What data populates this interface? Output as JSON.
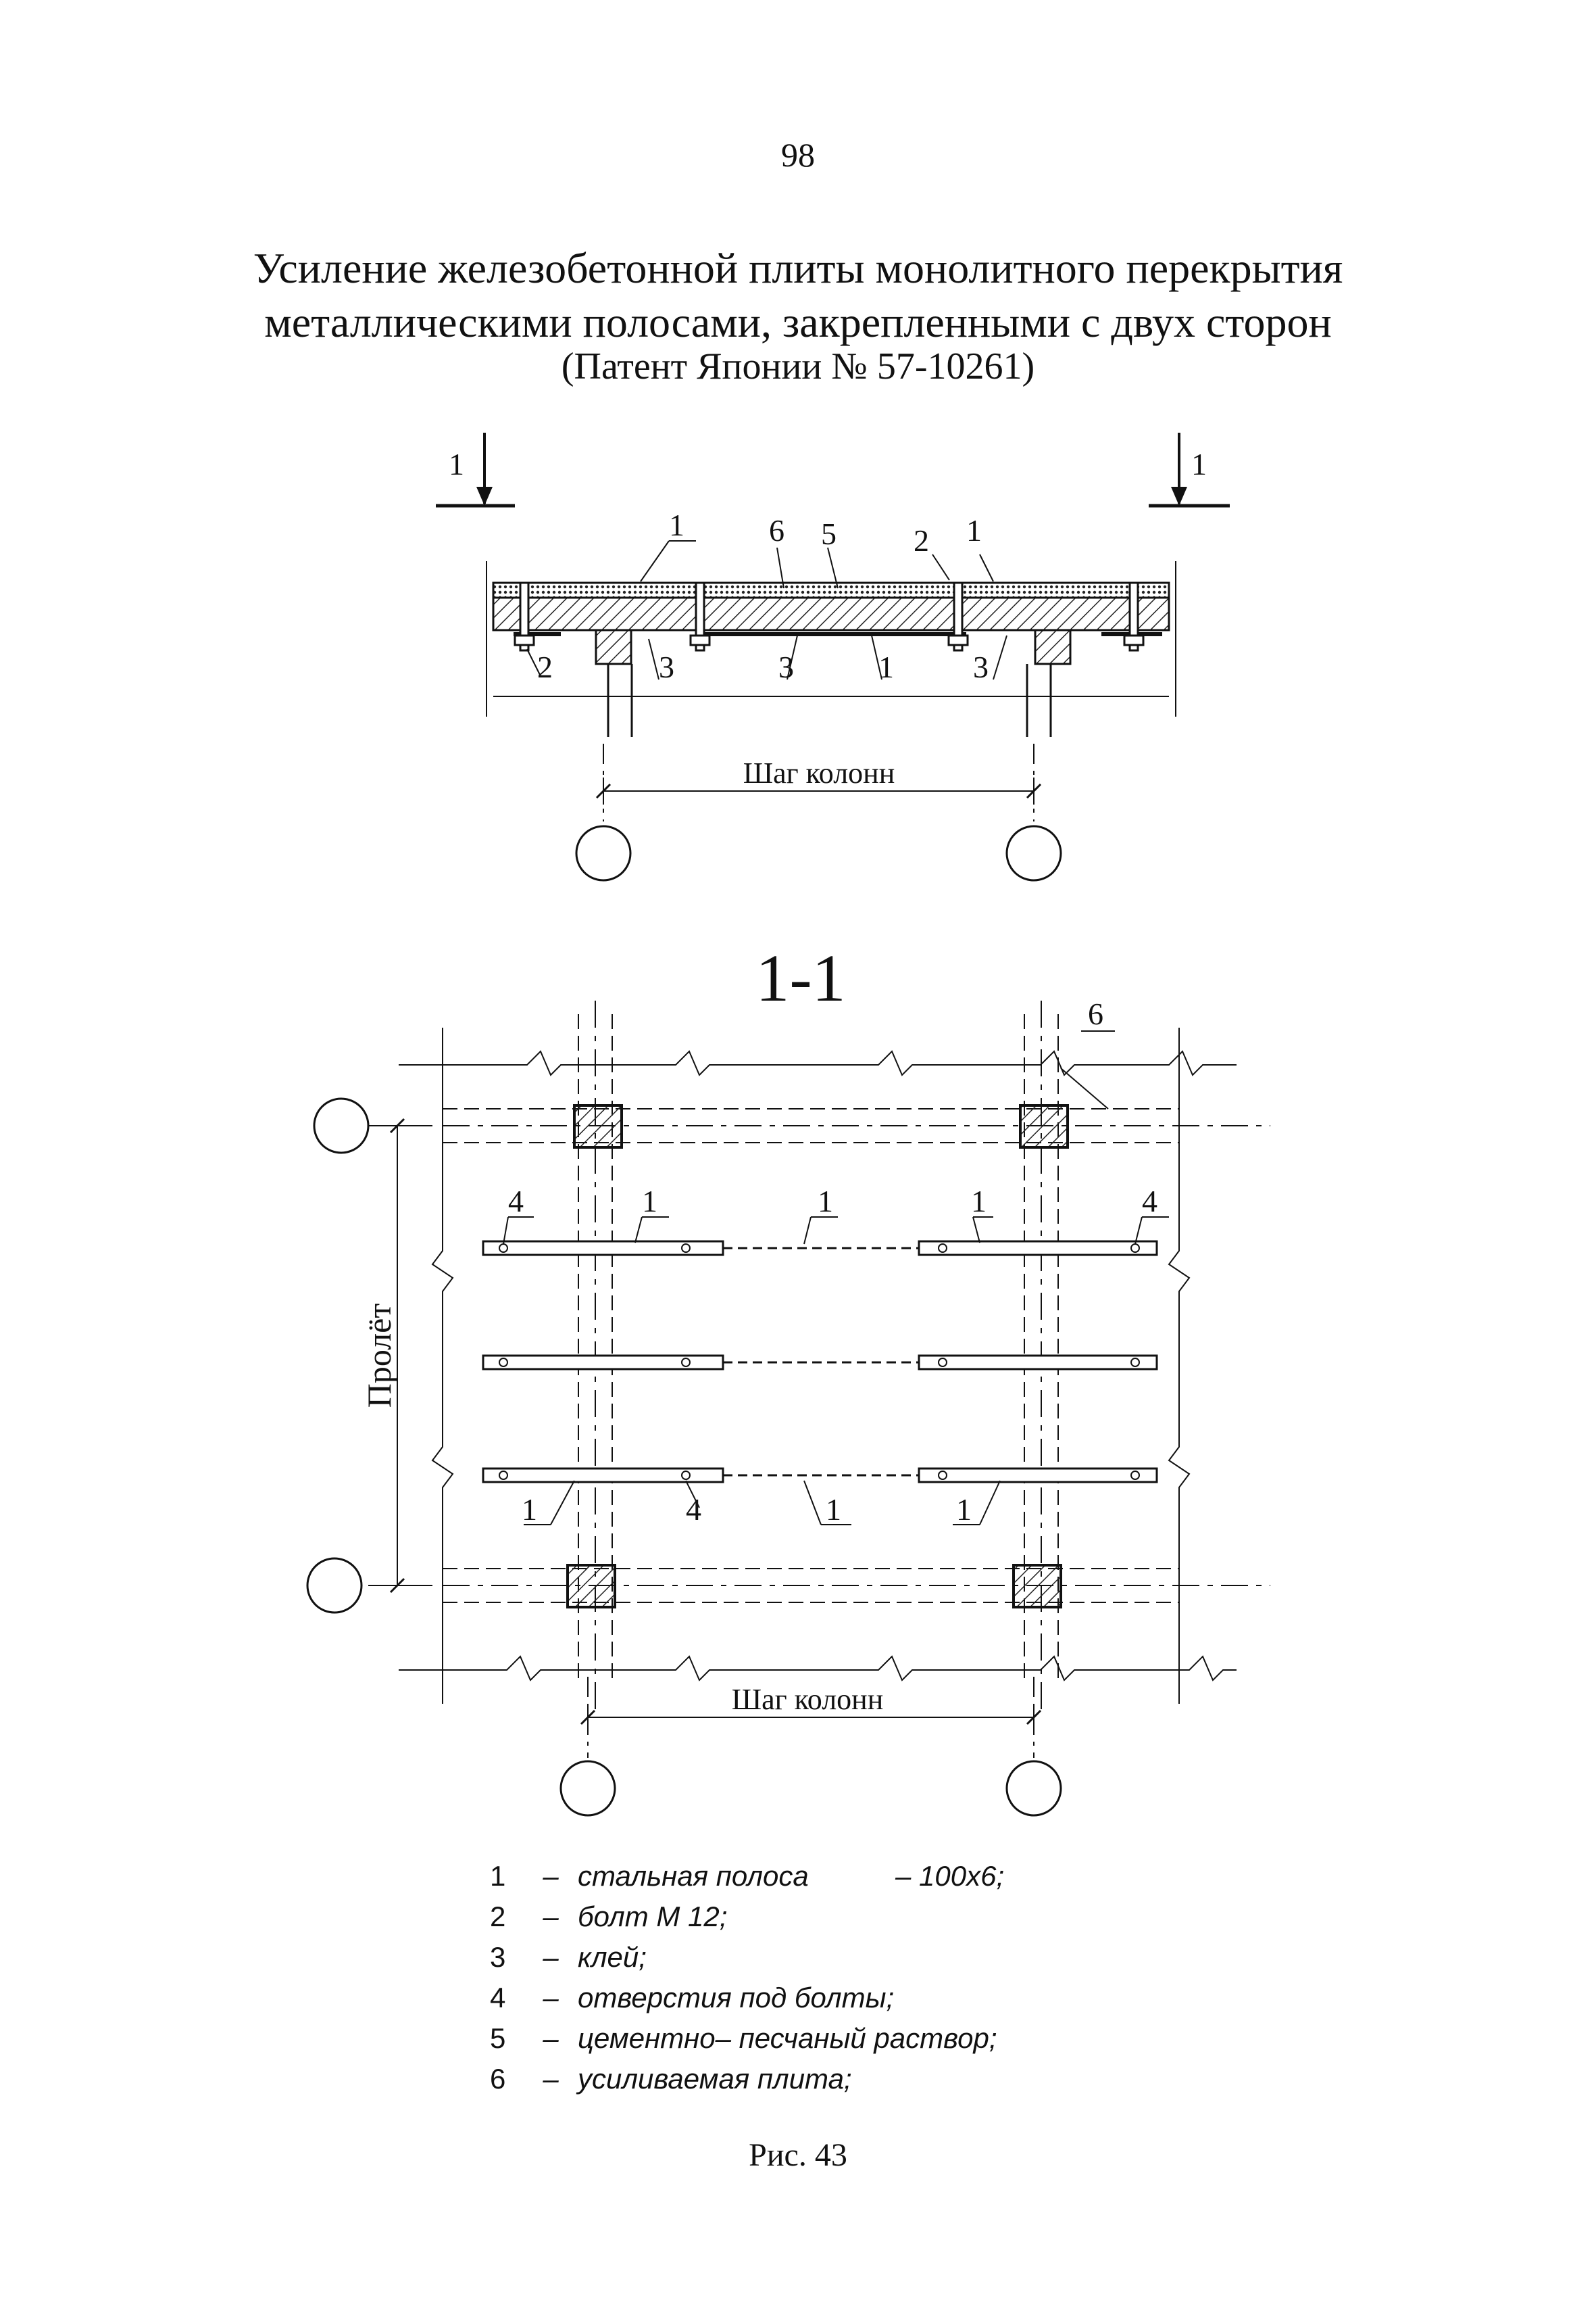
{
  "page_number": "98",
  "title": {
    "line1": "Усиление железобетонной плиты монолитного перекрытия",
    "line2": "металлическими полосами, закрепленными с двух сторон",
    "line3": "(Патент Японии № 57-10261)"
  },
  "section_view": {
    "cut_mark_left": "1",
    "cut_mark_right": "1",
    "labels": [
      "1",
      "6",
      "5",
      "2",
      "1",
      "2",
      "3",
      "3",
      "1",
      "3"
    ],
    "dimension_label": "Шаг колонн"
  },
  "plan_view": {
    "title": "1-1",
    "label_slab": "6",
    "labels_top": [
      "4",
      "1",
      "1",
      "1",
      "4"
    ],
    "labels_bottom": [
      "1",
      "4",
      "1",
      "1"
    ],
    "span_label": "Пролёт",
    "dimension_label": "Шаг колонн"
  },
  "legend": [
    {
      "num": "1",
      "text": "стальная полоса",
      "suffix": "– 100x6;"
    },
    {
      "num": "2",
      "text": "болт М 12;",
      "suffix": ""
    },
    {
      "num": "3",
      "text": "клей;",
      "suffix": ""
    },
    {
      "num": "4",
      "text": "отверстия под болты;",
      "suffix": ""
    },
    {
      "num": "5",
      "text": "цементно– песчаный раствор;",
      "suffix": ""
    },
    {
      "num": "6",
      "text": "усиливаемая плита;",
      "suffix": ""
    }
  ],
  "caption": "Рис. 43"
}
